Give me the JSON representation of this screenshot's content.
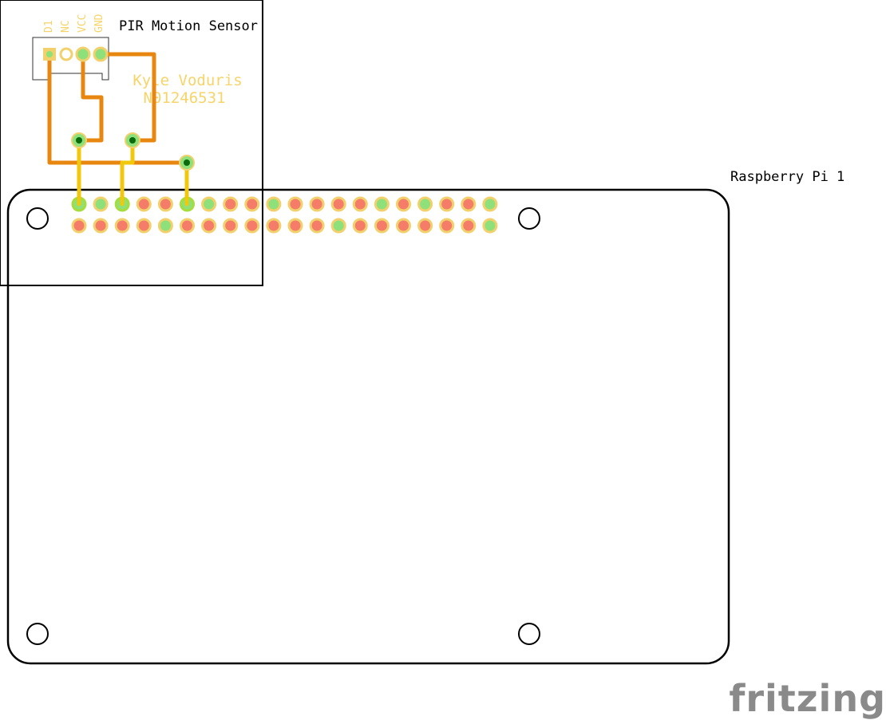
{
  "pir_sensor": {
    "title": "PIR Motion Sensor",
    "pins": [
      "D1",
      "NC",
      "VCC",
      "GND"
    ],
    "silkscreen_name": "Kyle Voduris",
    "silkscreen_id": "N01246531"
  },
  "raspberry_pi": {
    "title": "Raspberry Pi 1",
    "header_rows": 2,
    "header_columns": 20,
    "top_row_green_pins": [
      1,
      2,
      3,
      6,
      7,
      10,
      15,
      17,
      20
    ],
    "bottom_row_green_pins": [
      5,
      13,
      20
    ],
    "connected_pins": [
      1,
      3,
      6
    ]
  },
  "watermark": {
    "text": "fritzing"
  },
  "colors": {
    "board_outline": "#000000",
    "silkscreen": "#f6d46a",
    "bottom_trace": "#e8870f",
    "top_trace": "#f2c80c",
    "pin_green": "#8de07a",
    "pin_red": "#f47c68",
    "pin_ring": "#f2d06c",
    "via_center": "#0b6a0b",
    "watermark": "#8a8a8a"
  }
}
